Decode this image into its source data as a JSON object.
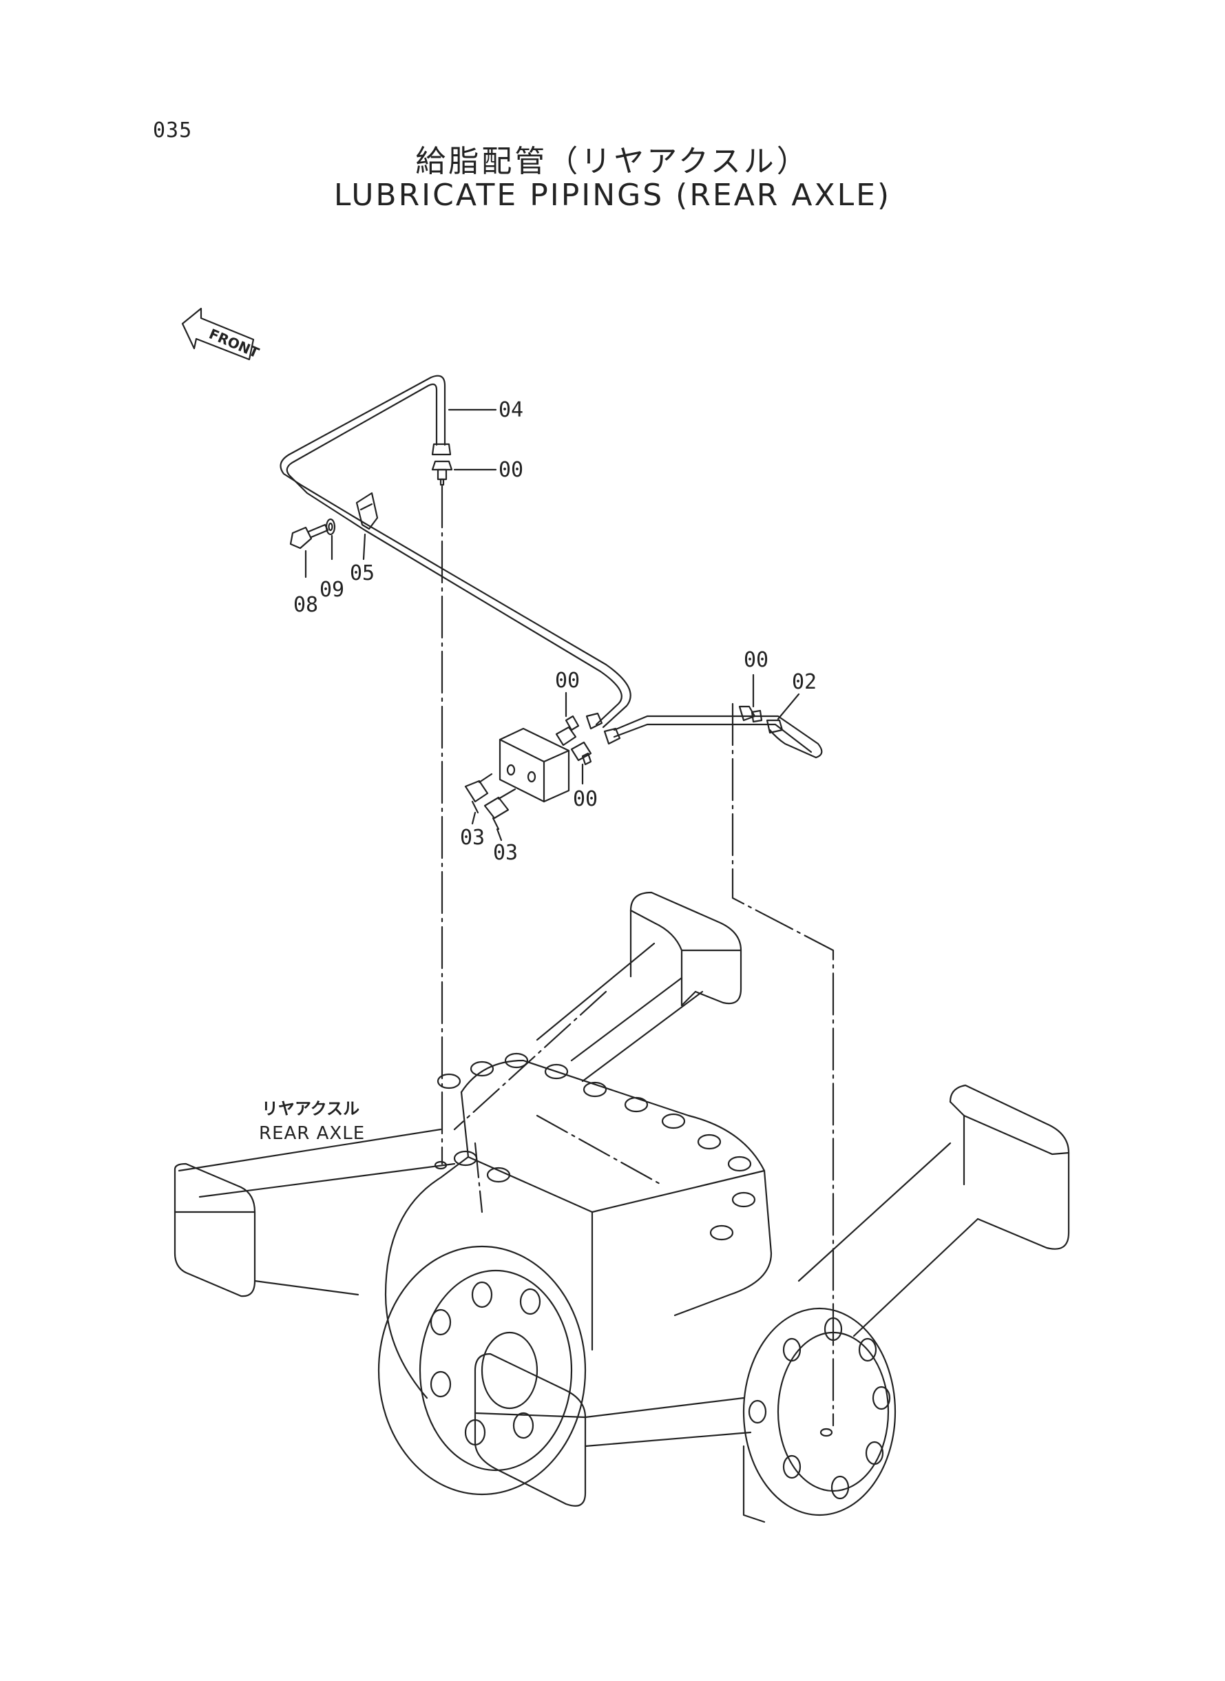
{
  "page_number": "035",
  "title": {
    "japanese": "給脂配管（リヤアクスル）",
    "english": "LUBRICATE PIPINGS (REAR AXLE)"
  },
  "front_indicator": "FRONT",
  "reference_label": {
    "japanese": "リヤアクスル",
    "english": "REAR AXLE"
  },
  "callouts": [
    {
      "id": "pipe",
      "text": "04"
    },
    {
      "id": "fitting-top",
      "text": "00"
    },
    {
      "id": "clamp",
      "text": "05"
    },
    {
      "id": "washer",
      "text": "09"
    },
    {
      "id": "bolt",
      "text": "08"
    },
    {
      "id": "fitting-right",
      "text": "00"
    },
    {
      "id": "pipe-right",
      "text": "02"
    },
    {
      "id": "fitting-block-top",
      "text": "00"
    },
    {
      "id": "fitting-block-bottom",
      "text": "00"
    },
    {
      "id": "nipple-1",
      "text": "03"
    },
    {
      "id": "nipple-2",
      "text": "03"
    }
  ],
  "colors": {
    "line": "#222222",
    "background": "#ffffff"
  }
}
